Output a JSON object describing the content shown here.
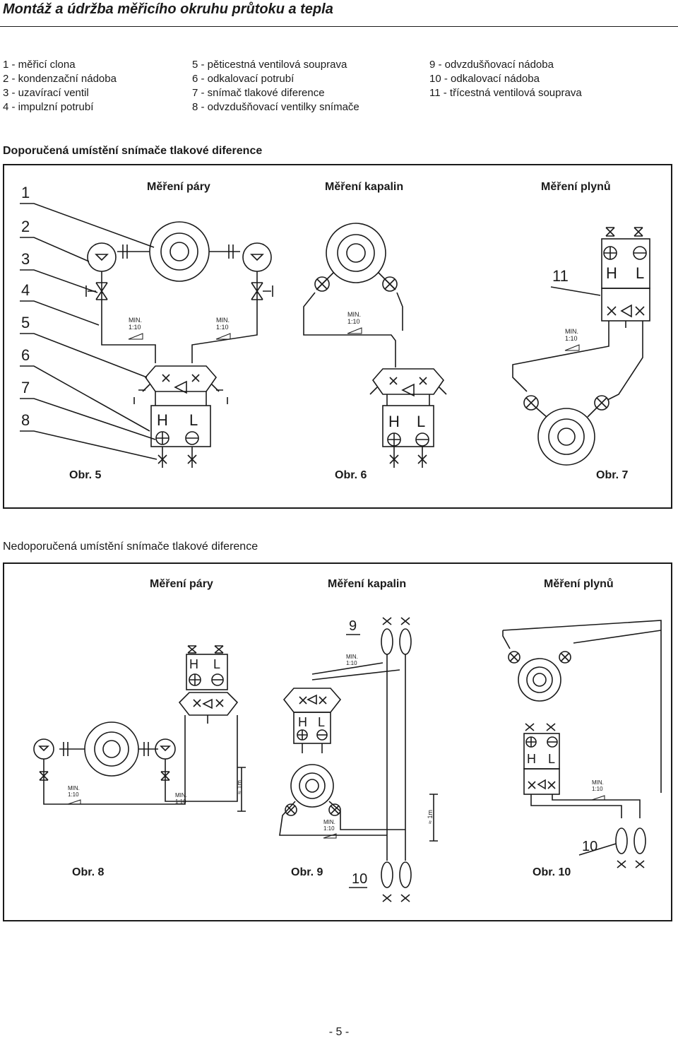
{
  "title": "Montáž a údržba měřicího okruhu průtoku a tepla",
  "legend": {
    "col1": [
      "1 - měřicí clona",
      "2 - kondenzační nádoba",
      "3 - uzavírací ventil",
      "4 - impulzní potrubí"
    ],
    "col2": [
      "5 - pěticestná ventilová souprava",
      "6 - odkalovací potrubí",
      "7 - snímač tlakové diference",
      "8 - odvzdušňovací ventilky snímače"
    ],
    "col3": [
      "9 - odvzdušňovací nádoba",
      "10 - odkalovací nádoba",
      "11 - třícestná ventilová souprava"
    ]
  },
  "recommended": {
    "heading": "Doporučená umístění snímače tlakové diference",
    "columns": [
      "Měření páry",
      "Měření kapalin",
      "Měření plynů"
    ],
    "figures": [
      "Obr. 5",
      "Obr. 6",
      "Obr. 7"
    ],
    "numbers": [
      "1",
      "2",
      "3",
      "4",
      "5",
      "6",
      "7",
      "8"
    ],
    "label_11": "11",
    "slope_top": "MIN.",
    "slope_bottom": "1:10",
    "h_letter": "H",
    "l_letter": "L"
  },
  "not_recommended": {
    "heading": "Nedoporučená umístění snímače tlakové diference",
    "columns": [
      "Měření páry",
      "Měření kapalin",
      "Měření plynů"
    ],
    "figures": [
      "Obr. 8",
      "Obr. 9",
      "Obr. 10"
    ],
    "label_9": "9",
    "label_10": "10",
    "dim_label": "≈ 1m",
    "slope_top": "MIN.",
    "slope_bottom": "1:10",
    "h_letter": "H",
    "l_letter": "L"
  },
  "page_number": "- 5 -"
}
